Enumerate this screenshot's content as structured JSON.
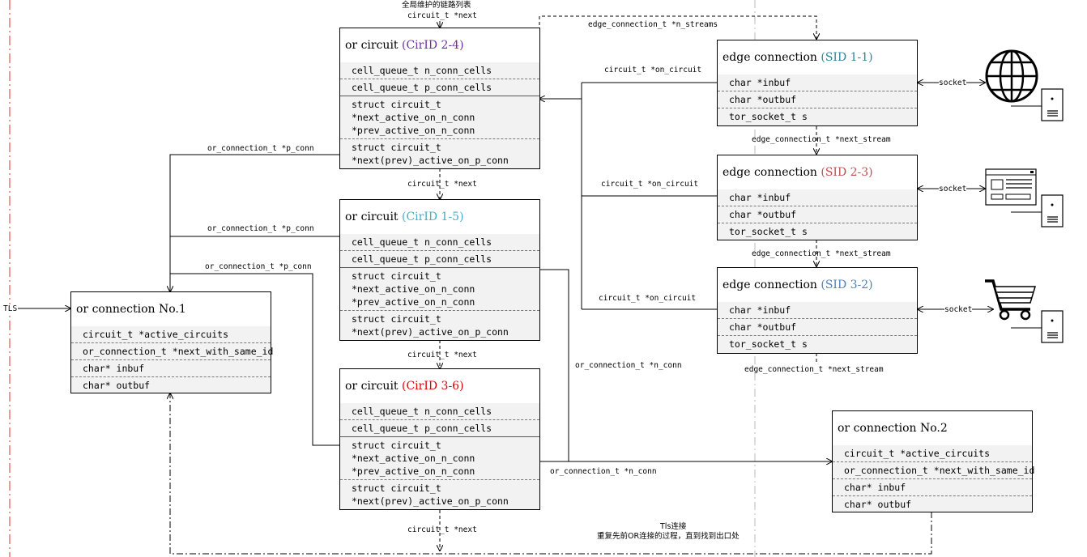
{
  "top_note": {
    "line1": "全局维护的链路列表",
    "line2": "circuit_t *next"
  },
  "circuits": [
    {
      "title": "or circuit ",
      "id": "(CirID 2-4)",
      "id_color": "#7030a0",
      "fields": [
        "cell_queue_t n_conn_cells",
        "cell_queue_t p_conn_cells",
        "struct circuit_t\n*next_active_on_n_conn\n*prev_active_on_n_conn",
        "struct circuit_t\n*next(prev)_active_on_p_conn"
      ]
    },
    {
      "title": "or circuit ",
      "id": "(CirID 1-5)",
      "id_color": "#4bacc6",
      "fields": [
        "cell_queue_t n_conn_cells",
        "cell_queue_t p_conn_cells",
        "struct circuit_t\n*next_active_on_n_conn\n*prev_active_on_n_conn",
        "struct circuit_t\n*next(prev)_active_on_p_conn"
      ]
    },
    {
      "title": "or circuit ",
      "id": "(CirID 3-6)",
      "id_color": "#e00000",
      "fields": [
        "cell_queue_t n_conn_cells",
        "cell_queue_t p_conn_cells",
        "struct circuit_t\n*next_active_on_n_conn\n*prev_active_on_n_conn",
        "struct circuit_t\n*next(prev)_active_on_p_conn"
      ]
    }
  ],
  "edges": [
    {
      "title": "edge connection ",
      "id": "(SID 1-1)",
      "id_color": "#31849b",
      "fields": [
        "char *inbuf",
        "char *outbuf",
        "tor_socket_t s"
      ]
    },
    {
      "title": "edge connection ",
      "id": "(SID 2-3)",
      "id_color": "#c0504d",
      "fields": [
        "char *inbuf",
        "char *outbuf",
        "tor_socket_t s"
      ]
    },
    {
      "title": "edge connection ",
      "id": "(SID 3-2)",
      "id_color": "#4f81bd",
      "fields": [
        "char *inbuf",
        "char *outbuf",
        "tor_socket_t s"
      ]
    }
  ],
  "orconns": [
    {
      "title": "or connection No.1",
      "fields": [
        "circuit_t *active_circuits",
        "or_connection_t *next_with_same_id",
        "char* inbuf",
        "char* outbuf"
      ]
    },
    {
      "title": "or connection No.2",
      "fields": [
        "circuit_t *active_circuits",
        "or_connection_t *next_with_same_id",
        "char* inbuf",
        "char* outbuf"
      ]
    }
  ],
  "labels": {
    "n_streams": "edge_connection_t *n_streams",
    "on_circuit_1": "circuit_t *on_circuit",
    "on_circuit_2": "circuit_t *on_circuit",
    "on_circuit_3": "circuit_t *on_circuit",
    "next_stream_1": "edge_connection_t *next_stream",
    "next_stream_2": "edge_connection_t *next_stream",
    "next_stream_3": "edge_connection_t *next_stream",
    "p_conn_1": "or_connection_t *p_conn",
    "p_conn_2": "or_connection_t *p_conn",
    "p_conn_3": "or_connection_t *p_conn",
    "circ_next_1": "circuit_t *next",
    "circ_next_2": "circuit_t *next",
    "circ_next_3": "circuit_t *next",
    "n_conn_1": "or_connection_t *n_conn",
    "n_conn_2": "or_connection_t *n_conn",
    "socket_1": "socket",
    "socket_2": "socket",
    "socket_3": "socket",
    "tls": "TLS",
    "bottom_note_1": "Tls连接",
    "bottom_note_2": "重复先前OR连接的过程，直到找到出口处"
  },
  "icons": [
    "globe-icon",
    "webpage-icon",
    "shopping-cart-icon",
    "server-icon"
  ],
  "colors": {
    "red_boundary": "#e03030",
    "grey_boundary": "#bbbbbb"
  }
}
